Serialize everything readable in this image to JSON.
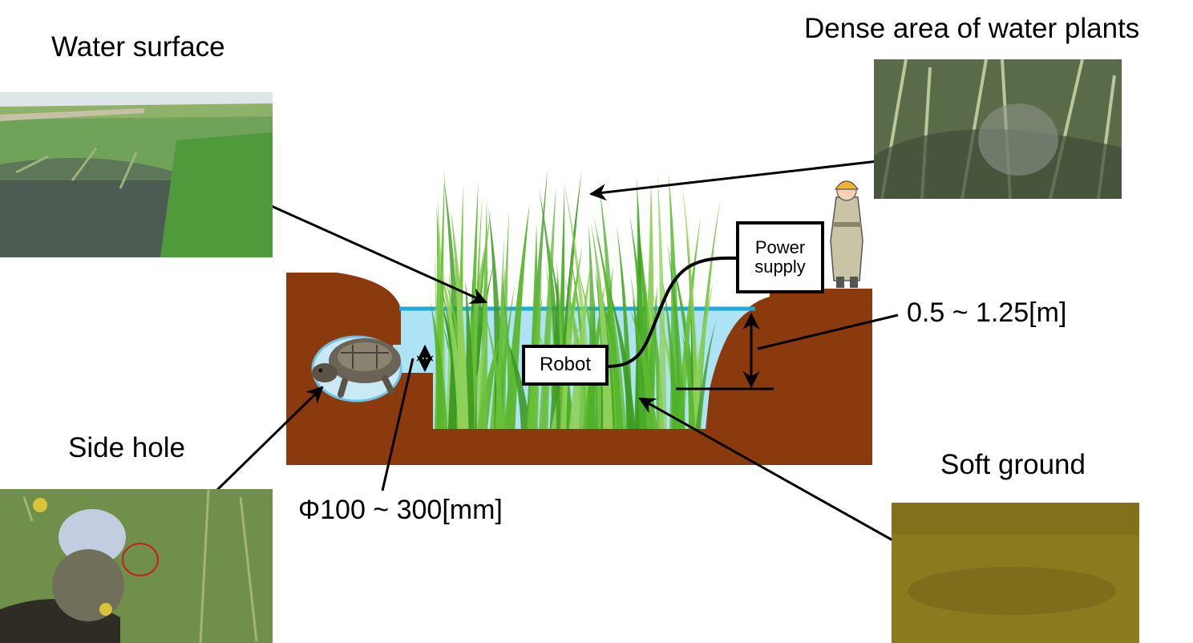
{
  "labels": {
    "water_surface": "Water surface",
    "dense_plants": "Dense area of water plants",
    "side_hole": "Side hole",
    "soft_ground": "Soft ground",
    "depth": "0.5 ~ 1.25[m]",
    "hole_diameter": "Φ100 ~ 300[mm]"
  },
  "boxes": {
    "robot": "Robot",
    "power_line1": "Power",
    "power_line2": "supply"
  },
  "colors": {
    "soil": "#8b3a0e",
    "water": "#aee3f5",
    "water_line": "#1ea9e0",
    "reed": "#4caf28",
    "mud_photo": "#8c7a1e"
  }
}
